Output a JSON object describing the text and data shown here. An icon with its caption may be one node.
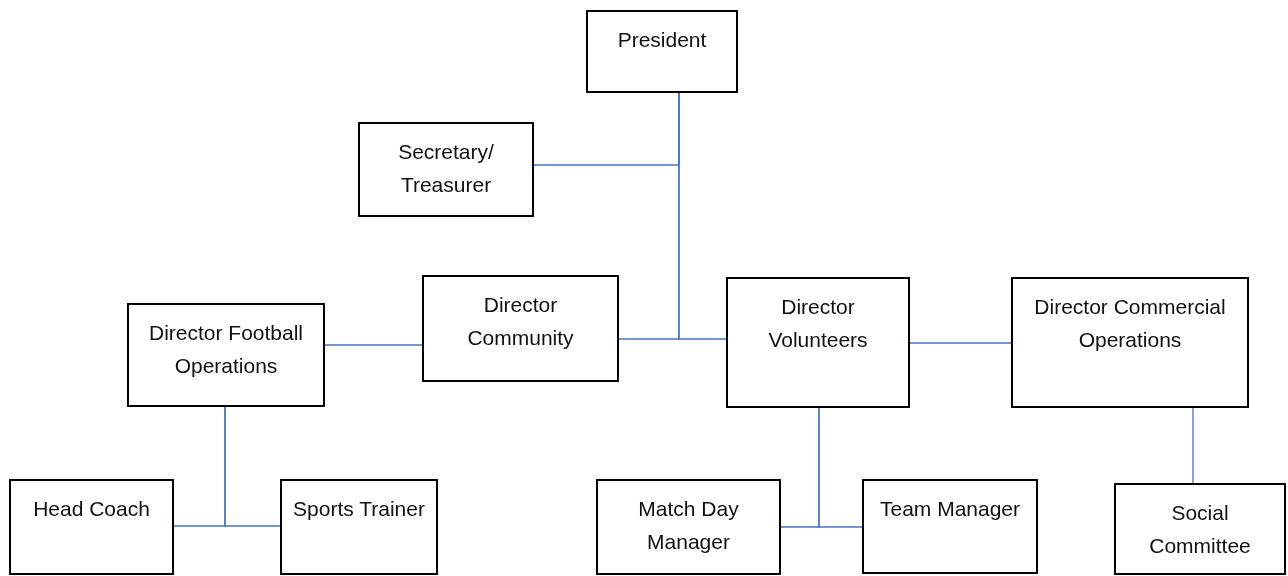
{
  "diagram": {
    "nodes": [
      {
        "text": [
          "President"
        ]
      },
      {
        "text": [
          "Secretary/ Treasurer"
        ]
      },
      {
        "text": [
          "Director Football Operations"
        ]
      },
      {
        "text": [
          "Director Community"
        ]
      },
      {
        "text": [
          "Director Volunteers"
        ]
      },
      {
        "text": [
          "Director Commercial Operations"
        ]
      },
      {
        "text": [
          "Head Coach"
        ]
      },
      {
        "text": [
          "Sports Trainer"
        ]
      },
      {
        "text": [
          "Match Day Manager"
        ]
      },
      {
        "text": [
          "Team Manager"
        ]
      },
      {
        "text": [
          "Social Committee"
        ]
      }
    ],
    "edges": [
      {
        "from": 0,
        "to": 1,
        "arrow": "none"
      },
      {
        "from": 0,
        "to": 3,
        "arrow": "none"
      },
      {
        "from": 0,
        "to": 4,
        "arrow": "none"
      },
      {
        "from": 2,
        "to": 3,
        "arrow": "none"
      },
      {
        "from": 4,
        "to": 5,
        "arrow": "none"
      },
      {
        "from": 2,
        "to": 6,
        "arrow": "none"
      },
      {
        "from": 2,
        "to": 7,
        "arrow": "none"
      },
      {
        "from": 4,
        "to": 8,
        "arrow": "none"
      },
      {
        "from": 4,
        "to": 9,
        "arrow": "none"
      },
      {
        "from": 5,
        "to": 10,
        "arrow": "none"
      }
    ]
  }
}
